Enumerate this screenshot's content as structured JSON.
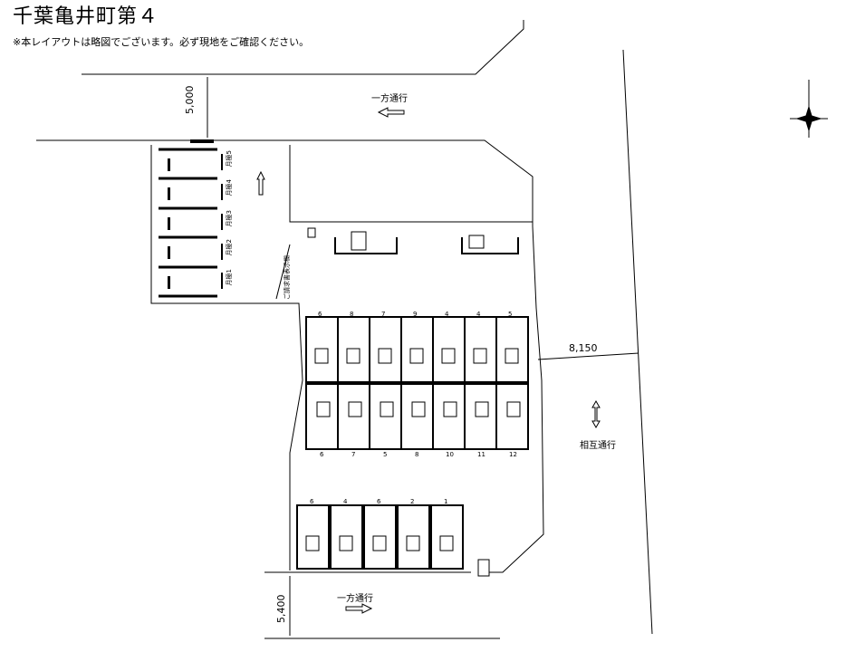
{
  "header": {
    "title": "千葉亀井町第４",
    "note": "※本レイアウトは略図でございます。必ず現地をご確認ください。"
  },
  "roads": {
    "top_label": "一方通行",
    "bottom_label": "一方通行",
    "right_label": "相互通行"
  },
  "dimensions": {
    "top_width": "5,000",
    "right_width": "8,150",
    "bottom_width": "5,400"
  },
  "monthly_spaces": [
    "月極5",
    "月極4",
    "月極3",
    "月極2",
    "月極1"
  ],
  "upper_lot_tag": "ご請求書表示欄",
  "row_a_numbers": [
    "6",
    "8",
    "7",
    "9",
    "4",
    "4",
    "5"
  ],
  "row_b_numbers": [
    "6",
    "7",
    "5",
    "8",
    "10",
    "11",
    "12"
  ],
  "bottom_row_numbers": [
    "6",
    "4",
    "6",
    "2",
    "1"
  ],
  "icons": {
    "compass": "north-arrow-icon"
  }
}
